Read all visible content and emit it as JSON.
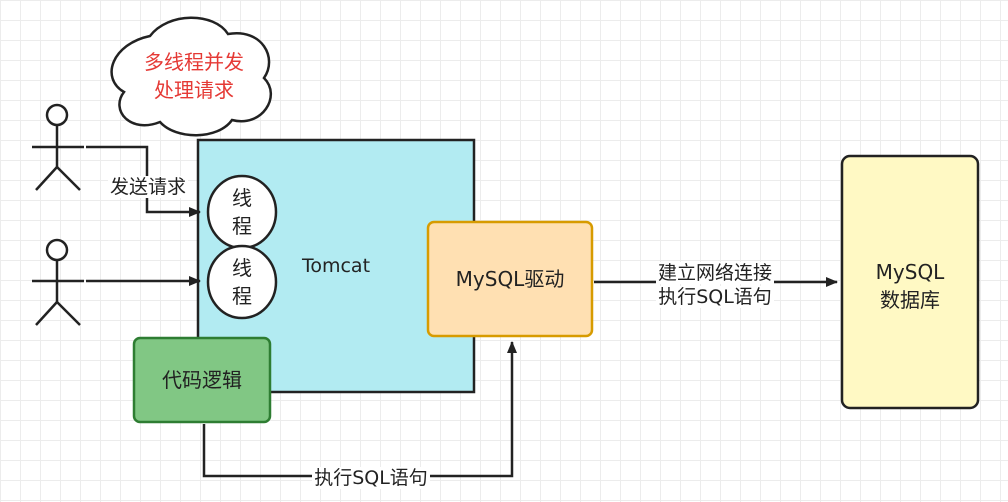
{
  "cloud": {
    "line1": "多线程并发",
    "line2": "处理请求"
  },
  "edge_request": "发送请求",
  "tomcat": {
    "label": "Tomcat"
  },
  "thread1": {
    "line1": "线",
    "line2": "程"
  },
  "thread2": {
    "line1": "线",
    "line2": "程"
  },
  "driver": {
    "label": "MySQL驱动"
  },
  "code": {
    "label": "代码逻辑"
  },
  "edge_to_db": {
    "line1": "建立网络连接",
    "line2": "执行SQL语句"
  },
  "edge_code_driver": "执行SQL语句",
  "db": {
    "line1": "MySQL",
    "line2": "数据库"
  },
  "colors": {
    "tomcat_fill": "#b2ebf2",
    "driver_fill": "#ffe0b2",
    "driver_stroke": "#d79b00",
    "code_fill": "#81c784",
    "code_stroke": "#2e7d32",
    "db_fill": "#fff9c4",
    "cloud_text": "#e53935"
  }
}
